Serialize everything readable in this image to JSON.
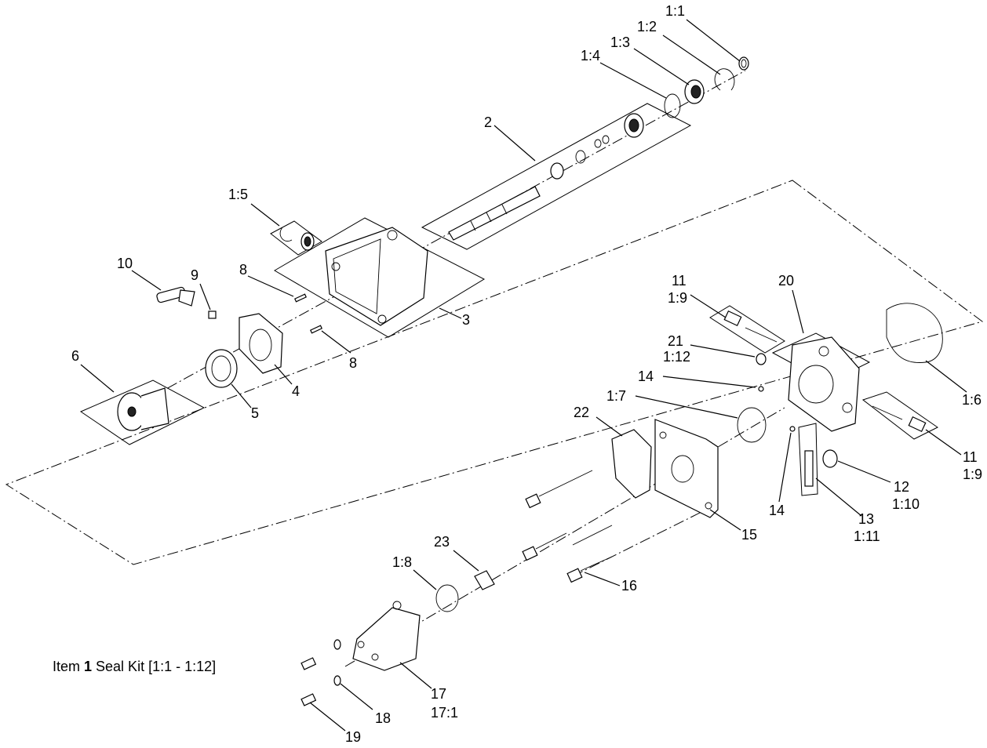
{
  "note": {
    "prefix": "Item ",
    "item": "1",
    "text": " Seal Kit [1:1 - 1:12]"
  },
  "callouts": {
    "c1_1": "1:1",
    "c1_2": "1:2",
    "c1_3": "1:3",
    "c1_4": "1:4",
    "c1_5": "1:5",
    "c1_6": "1:6",
    "c1_7": "1:7",
    "c1_8": "1:8",
    "c1_9a": "1:9",
    "c1_9b": "1:9",
    "c1_10": "1:10",
    "c1_11": "1:11",
    "c1_12": "1:12",
    "c2": "2",
    "c3": "3",
    "c4": "4",
    "c5": "5",
    "c6": "6",
    "c8a": "8",
    "c8b": "8",
    "c9": "9",
    "c10": "10",
    "c11a": "11",
    "c11b": "11",
    "c12": "12",
    "c13": "13",
    "c14a": "14",
    "c14b": "14",
    "c15": "15",
    "c16": "16",
    "c17": "17",
    "c17_1": "17:1",
    "c18": "18",
    "c19": "19",
    "c20": "20",
    "c21": "21",
    "c22": "22",
    "c23": "23"
  }
}
